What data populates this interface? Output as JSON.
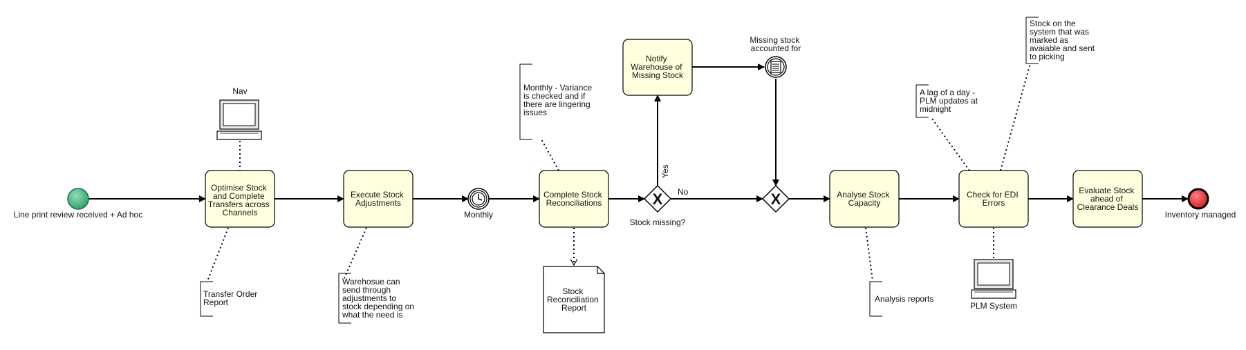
{
  "diagram": {
    "start_event": "Line print review received + Ad hoc",
    "end_event": "Inventory managed",
    "timer_event": "Monthly",
    "message_event": "Missing stock accounted for",
    "gateway_question": "Stock missing?",
    "gateway_yes": "Yes",
    "gateway_no": "No",
    "tasks": [
      "Optimise Stock and Complete Transfers across Channels",
      "Execute Stock Adjustments",
      "Complete Stock Reconciliations",
      "Notify Warehouse of Missing Stock",
      "Analyse Stock Capacity",
      "Check for EDI Errors",
      "Evaluate Stock ahead of Clearance Deals"
    ],
    "systems": [
      "Nav",
      "PLM System"
    ],
    "document": "Stock Reconciliation Report",
    "annotations": [
      "Transfer Order Report",
      "Warehosue can send through adjustments to stock depending on what the need is",
      "Monthly - Variance is checked and if there are lingering issues",
      "Analysis reports",
      "A lag of a day - PLM updates at midnight",
      "Stock on the system that was marked as avaiable and sent to picking"
    ],
    "colors": {
      "task_fill": "#ffffe0",
      "start_fill": "#3fae7a",
      "end_fill": "#e02020"
    }
  }
}
